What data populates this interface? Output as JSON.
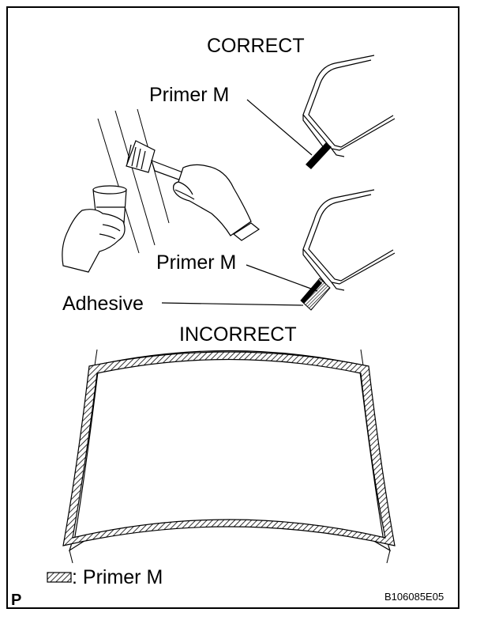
{
  "labels": {
    "correct": "CORRECT",
    "incorrect": "INCORRECT",
    "primer_top": "Primer M",
    "primer_mid": "Primer M",
    "adhesive": "Adhesive"
  },
  "legend": {
    "text": ": Primer M"
  },
  "footer": {
    "corner_letter": "P",
    "code": "B106085E05"
  }
}
